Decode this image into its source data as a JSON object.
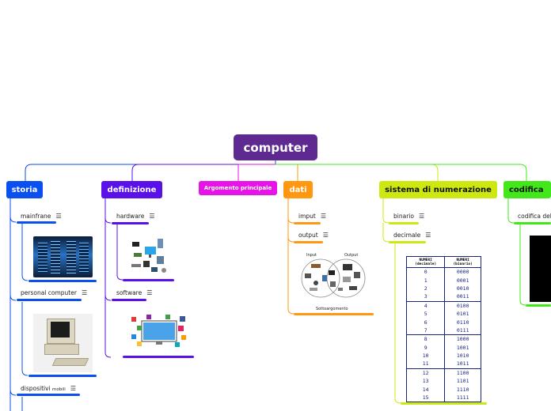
{
  "root": {
    "title": "computer",
    "color": "#5e2a91"
  },
  "topics": {
    "storia": {
      "label": "storia",
      "color": "#0a4ff0",
      "children": {
        "mainframe": "mainfrane",
        "pc": "personal computer",
        "mobile_main": "dispositivi",
        "mobile_small": "mobili"
      }
    },
    "definizione": {
      "label": "definizione",
      "color": "#5a10e8",
      "children": {
        "hardware": "hardware",
        "software": "software"
      }
    },
    "argomento": {
      "label": "Argomento principale",
      "color": "#e614e6"
    },
    "dati": {
      "label": "dati",
      "color": "#ff9810",
      "children": {
        "input": "imput",
        "output": "output",
        "sotto": "Sottoargomento"
      },
      "diagram": {
        "input_label": "Input",
        "output_label": "Output"
      }
    },
    "numerazione": {
      "label": "sistema di numerazione",
      "color": "#cde810",
      "children": {
        "binario": "binario",
        "decimale": "decimale"
      },
      "table": {
        "headers": [
          "NUMERI (decimale)",
          "NUMERI (binario)"
        ],
        "rows": [
          [
            "0",
            "0000"
          ],
          [
            "1",
            "0001"
          ],
          [
            "2",
            "0010"
          ],
          [
            "3",
            "0011"
          ],
          [
            "4",
            "0100"
          ],
          [
            "5",
            "0101"
          ],
          [
            "6",
            "0110"
          ],
          [
            "7",
            "0111"
          ],
          [
            "8",
            "1000"
          ],
          [
            "9",
            "1001"
          ],
          [
            "10",
            "1010"
          ],
          [
            "11",
            "1011"
          ],
          [
            "12",
            "1100"
          ],
          [
            "13",
            "1101"
          ],
          [
            "14",
            "1110"
          ],
          [
            "15",
            "1111"
          ]
        ]
      }
    },
    "codifica": {
      "label": "codifica",
      "color": "#42e81a",
      "children": {
        "codifica_del": "codifica del"
      }
    }
  },
  "icons": {
    "note": "note-icon"
  }
}
